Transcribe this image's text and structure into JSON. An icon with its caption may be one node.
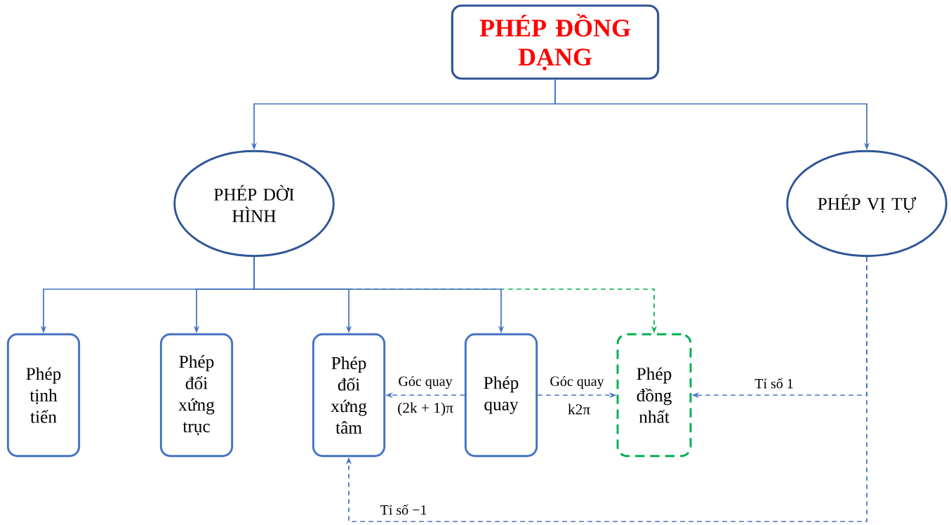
{
  "diagram": {
    "nodes": [
      {
        "text": [
          "PHÉP ĐỒNG DẠNG"
        ]
      },
      {
        "text": [
          "PHÉP DỜI HÌNH"
        ]
      },
      {
        "text": [
          "PHÉP VỊ TỰ"
        ]
      },
      {
        "text": [
          "Phép tịnh tiến"
        ]
      },
      {
        "text": [
          "Phép đối xứng trục"
        ]
      },
      {
        "text": [
          "Phép đối xứng tâm"
        ]
      },
      {
        "text": [
          "Phép quay"
        ]
      },
      {
        "text": [
          "Phép đồng nhất"
        ]
      }
    ],
    "edges": [
      {
        "from": 0,
        "to": 1,
        "arrow": "to"
      },
      {
        "from": 0,
        "to": 2,
        "arrow": "to"
      },
      {
        "from": 1,
        "to": 3,
        "arrow": "to"
      },
      {
        "from": 1,
        "to": 4,
        "arrow": "to"
      },
      {
        "from": 1,
        "to": 5,
        "arrow": "to"
      },
      {
        "from": 1,
        "to": 6,
        "arrow": "to"
      },
      {
        "from": 1,
        "to": 7,
        "arrow": "to",
        "style": "dashed",
        "color": "#00b050"
      },
      {
        "from": 6,
        "to": 5,
        "arrow": "to",
        "style": "dashed",
        "label": "Góc quay"
      },
      {
        "from": 6,
        "to": 7,
        "arrow": "to",
        "style": "dashed",
        "label": "Góc quay"
      },
      {
        "from": 2,
        "to": 7,
        "arrow": "to",
        "style": "dashed",
        "label": "Tỉ số 1"
      },
      {
        "from": 2,
        "to": 5,
        "arrow": "to",
        "style": "dashed",
        "label": "Tỉ số −1"
      }
    ],
    "labels": [
      "(2k + 1)π",
      "k2π"
    ]
  }
}
